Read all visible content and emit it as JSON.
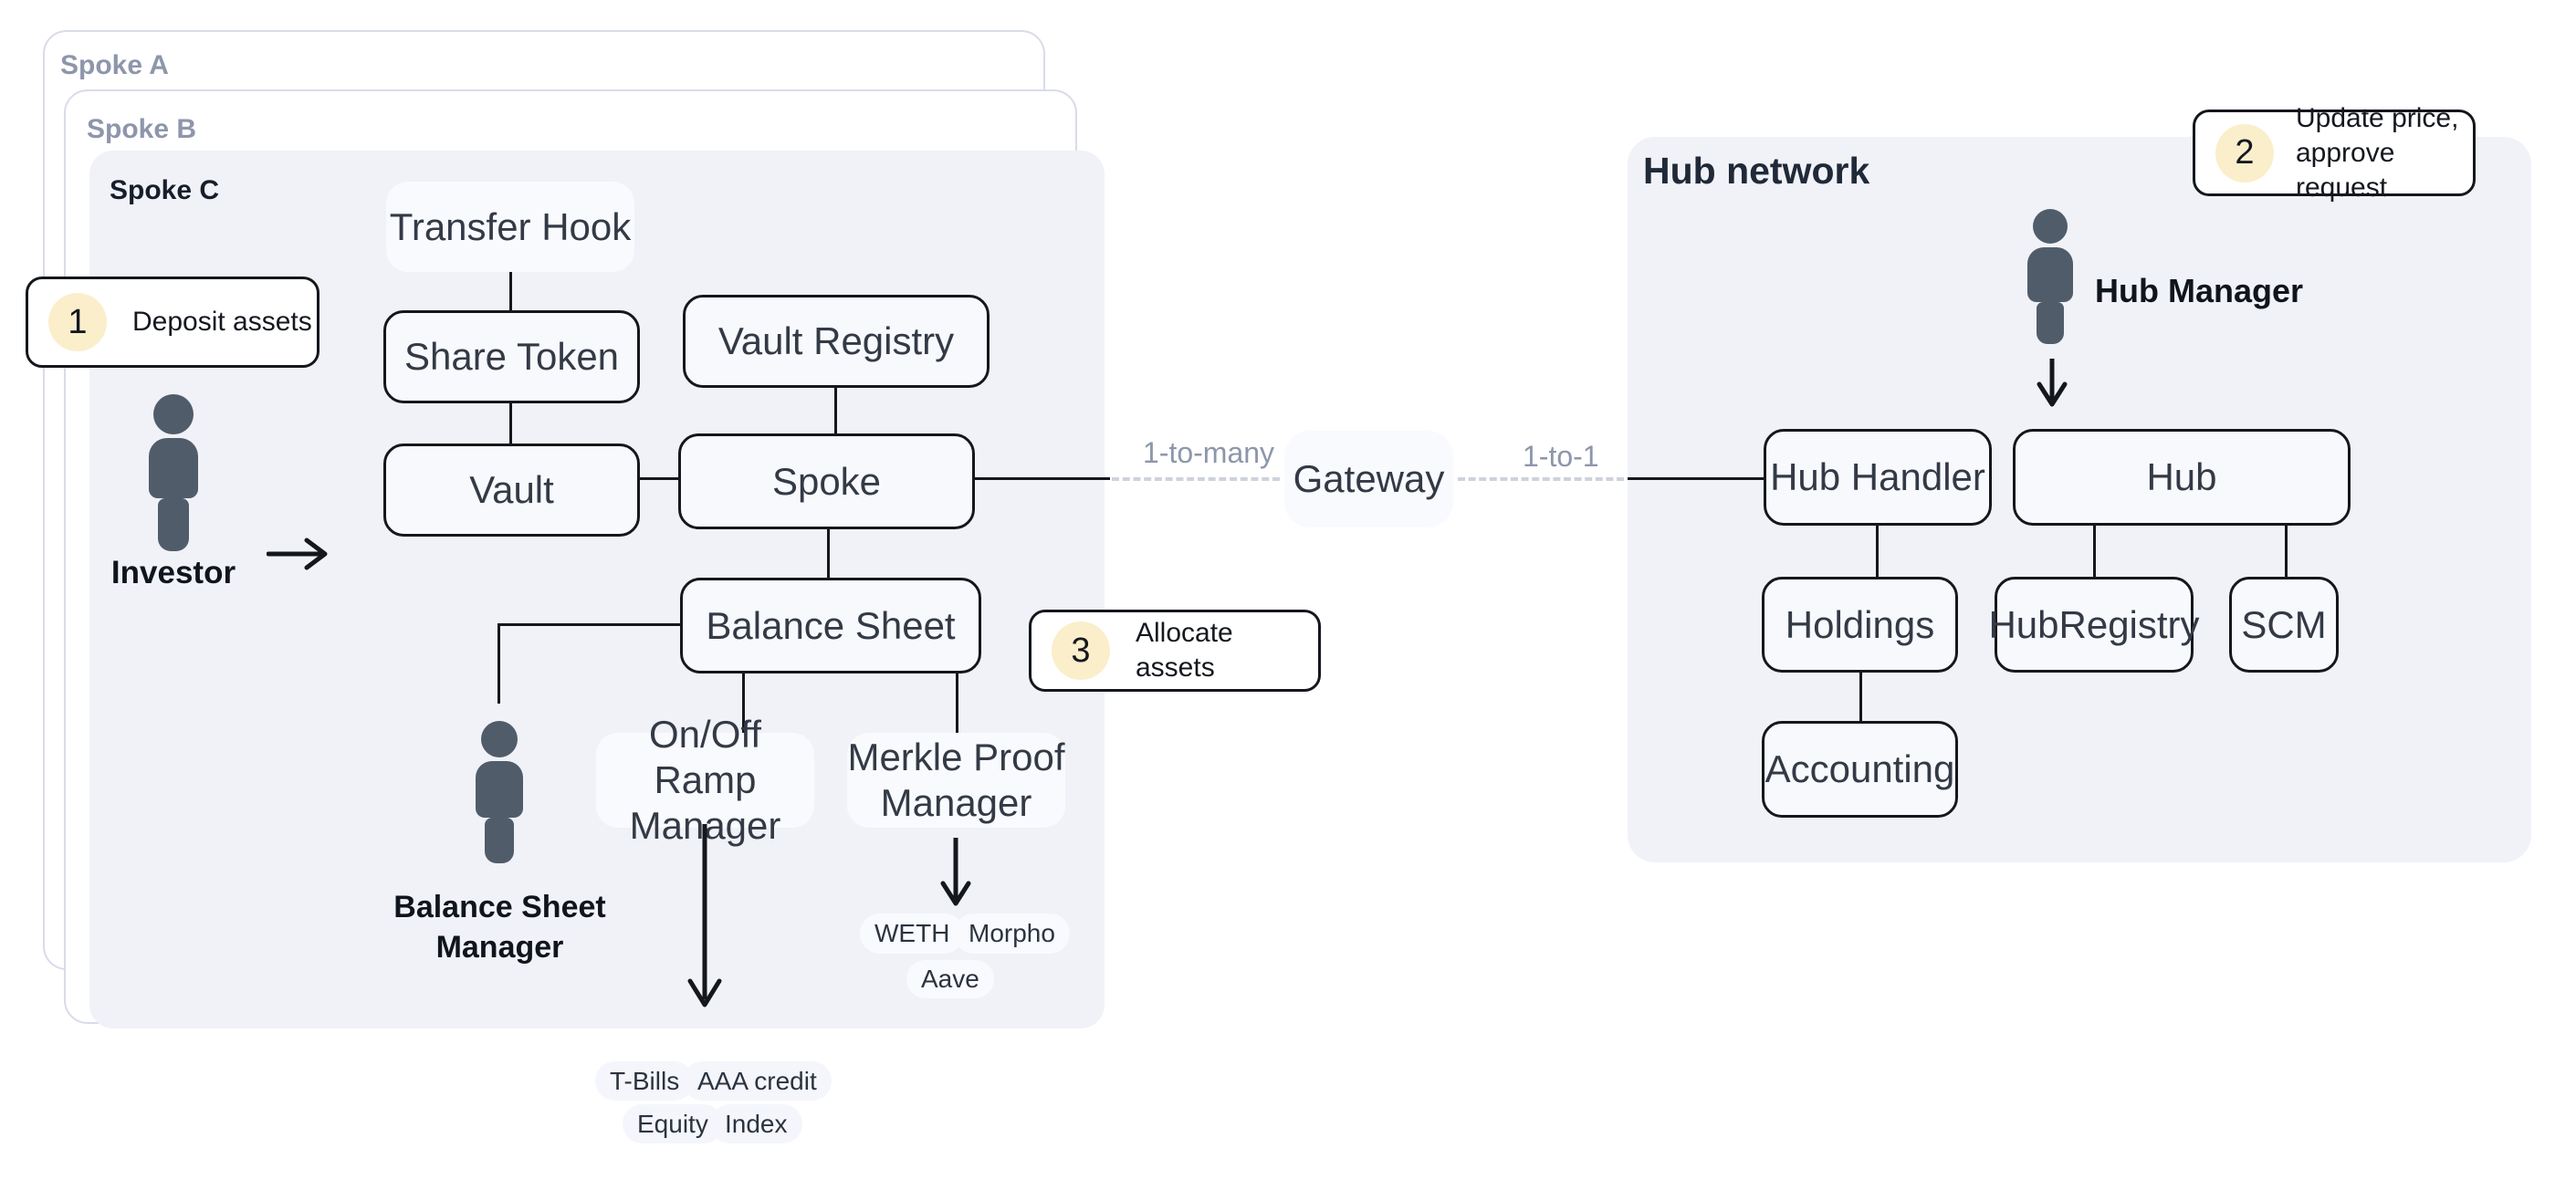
{
  "panels": {
    "spoke_a": "Spoke A",
    "spoke_b": "Spoke B",
    "spoke_c": "Spoke C",
    "hub_title": "Hub network"
  },
  "nodes": {
    "transfer_hook": "Transfer Hook",
    "share_token": "Share Token",
    "vault": "Vault",
    "vault_registry": "Vault Registry",
    "spoke": "Spoke",
    "balance_sheet": "Balance Sheet",
    "on_off_ramp_manager": "On/Off Ramp\nManager",
    "merkle_proof_manager": "Merkle Proof\nManager",
    "gateway": "Gateway",
    "hub_handler": "Hub Handler",
    "hub": "Hub",
    "holdings": "Holdings",
    "hub_registry": "HubRegistry",
    "scm": "SCM",
    "accounting": "Accounting"
  },
  "actors": {
    "investor": "Investor",
    "balance_sheet_manager": "Balance Sheet\nManager",
    "hub_manager": "Hub Manager"
  },
  "steps": {
    "one": {
      "number": "1",
      "label": "Deposit assets"
    },
    "two": {
      "number": "2",
      "label": "Update price,\napprove request"
    },
    "three": {
      "number": "3",
      "label": "Allocate assets"
    }
  },
  "edges": {
    "one_to_many": "1-to-many",
    "one_to_one": "1-to-1"
  },
  "protocol_chips": {
    "weth": "WETH",
    "morpho": "Morpho",
    "aave": "Aave"
  },
  "asset_chips": {
    "t_bills": "T-Bills",
    "aaa_credit": "AAA credit",
    "equity": "Equity",
    "index": "Index"
  },
  "colors": {
    "panel_fill": "#f0f2f8",
    "panel_border": "#d8dce9",
    "node_fill": "#f8f9fd",
    "line": "#14171c",
    "muted_text": "#8d96ab",
    "badge_circle": "#fbeecb",
    "figure": "#515c6b"
  }
}
